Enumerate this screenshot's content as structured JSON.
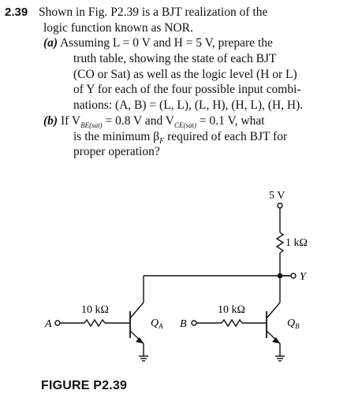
{
  "problem": {
    "number": "2.39",
    "lines": [
      "Shown in Fig. P2.39 is a BJT realization of the",
      "logic function known as NOR.",
      "Assuming L = 0 V and H = 5 V, prepare the",
      "truth table, showing the state of each BJT",
      "(CO or Sat) as well as the logic level (H or L)",
      "of Y for each of the four possible input combi-",
      "nations: (A, B) = (L, L), (L, H), (H, L), (H, H).",
      "If V",
      "= 0.8 V and V",
      "= 0.1 V, what",
      "is the minimum β",
      "required of each BJT for",
      "proper operation?"
    ],
    "part_labels": [
      "(a)",
      "(b)"
    ],
    "subscripts": [
      "BE(sat)",
      "CE(sat)",
      "F"
    ]
  },
  "figure": {
    "supply": "5 V",
    "collector_resistor": "1 kΩ",
    "output": "Y",
    "input_a": "A",
    "input_b": "B",
    "resistor_a": "10 kΩ",
    "resistor_b": "10 kΩ",
    "transistor_a": "Q",
    "transistor_a_sub": "A",
    "transistor_b": "Q",
    "transistor_b_sub": "B",
    "caption": "FIGURE P2.39"
  }
}
